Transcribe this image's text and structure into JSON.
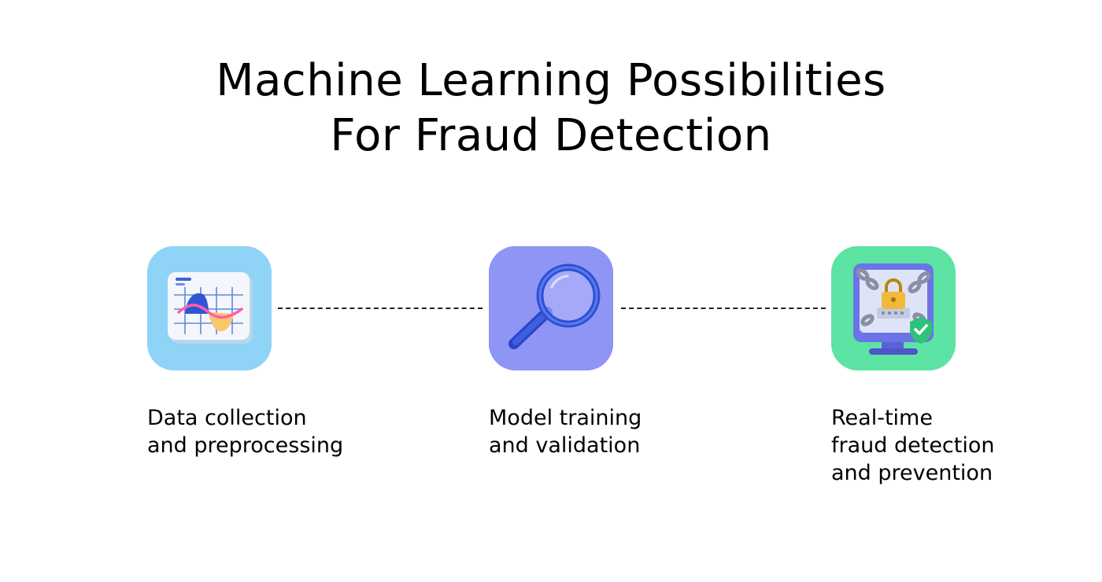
{
  "title": {
    "line1": "Machine Learning Possibilities",
    "line2": "For Fraud Detection"
  },
  "steps": [
    {
      "icon": "chart-dashboard-icon",
      "tile_color": "#8fd3f7",
      "lines": [
        "Data collection",
        "and preprocessing"
      ]
    },
    {
      "icon": "magnifying-glass-icon",
      "tile_color": "#8f95f5",
      "lines": [
        "Model training",
        "and validation"
      ]
    },
    {
      "icon": "locked-monitor-shield-icon",
      "tile_color": "#5de3a4",
      "lines": [
        "Real-time",
        "fraud detection",
        "and prevention"
      ]
    }
  ]
}
